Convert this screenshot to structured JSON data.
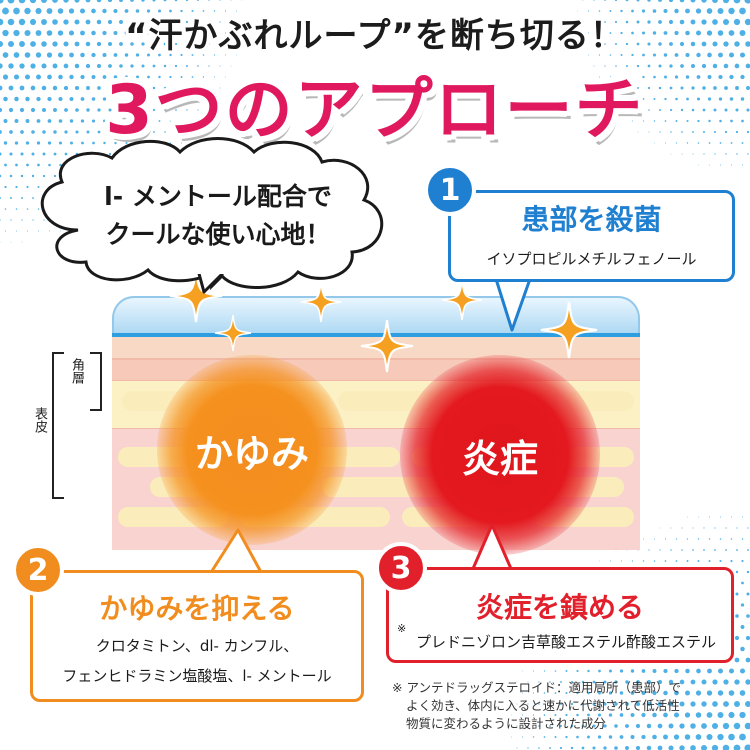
{
  "headline": {
    "line1": "“汗かぶれループ”を断ち切る！",
    "line2": "3つのアプローチ"
  },
  "speech_bubble": {
    "line1": "l- メントール配合で",
    "line2": "クールな使い心地！"
  },
  "skin_labels": {
    "epidermis": "表皮",
    "stratum_corneum": "角層"
  },
  "circles": {
    "itch": "かゆみ",
    "inflammation": "炎症"
  },
  "approaches": [
    {
      "number": "1",
      "title": "患部を殺菌",
      "ingredients": [
        "イソプロピルメチルフェノール"
      ]
    },
    {
      "number": "2",
      "title": "かゆみを抑える",
      "ingredients": [
        "クロタミトン、dl- カンフル、",
        "フェンヒドラミン塩酸塩、l- メントール"
      ]
    },
    {
      "number": "3",
      "title": "炎症を鎮める",
      "note_mark": "※",
      "ingredients": [
        "プレドニゾロン吉草酸エステル酢酸エステル"
      ]
    }
  ],
  "footnote": {
    "line1": "※ アンテドラッグステロイド：適用局所（患部）で",
    "line2": "よく効き、体内に入ると速かに代謝されて低活性",
    "line3": "物質に変わるように設計された成分"
  },
  "colors": {
    "headline_pink": "#e0185e",
    "blue": "#1f7fd0",
    "orange": "#f08d1e",
    "red": "#e2202b",
    "sparkle": "#f5a020",
    "dots": "#4fb0e6"
  },
  "icons": [
    "sparkle-icon"
  ]
}
